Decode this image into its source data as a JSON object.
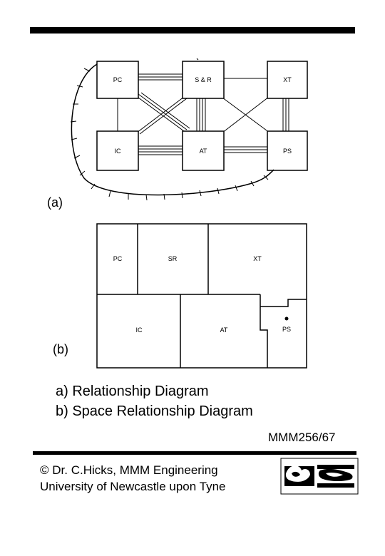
{
  "diagram_a": {
    "label": "(a)",
    "nodes": [
      "PC",
      "S & R",
      "XT",
      "IC",
      "AT",
      "PS"
    ]
  },
  "diagram_b": {
    "label": "(b)",
    "spaces": [
      "PC",
      "SR",
      "XT",
      "IC",
      "AT",
      "PS"
    ]
  },
  "captions": {
    "a": "a) Relationship Diagram",
    "b": "b) Space Relationship Diagram"
  },
  "reference": "MMM256/67",
  "credit": {
    "line1": "© Dr. C.Hicks, MMM Engineering",
    "line2": "University of Newcastle upon Tyne"
  }
}
